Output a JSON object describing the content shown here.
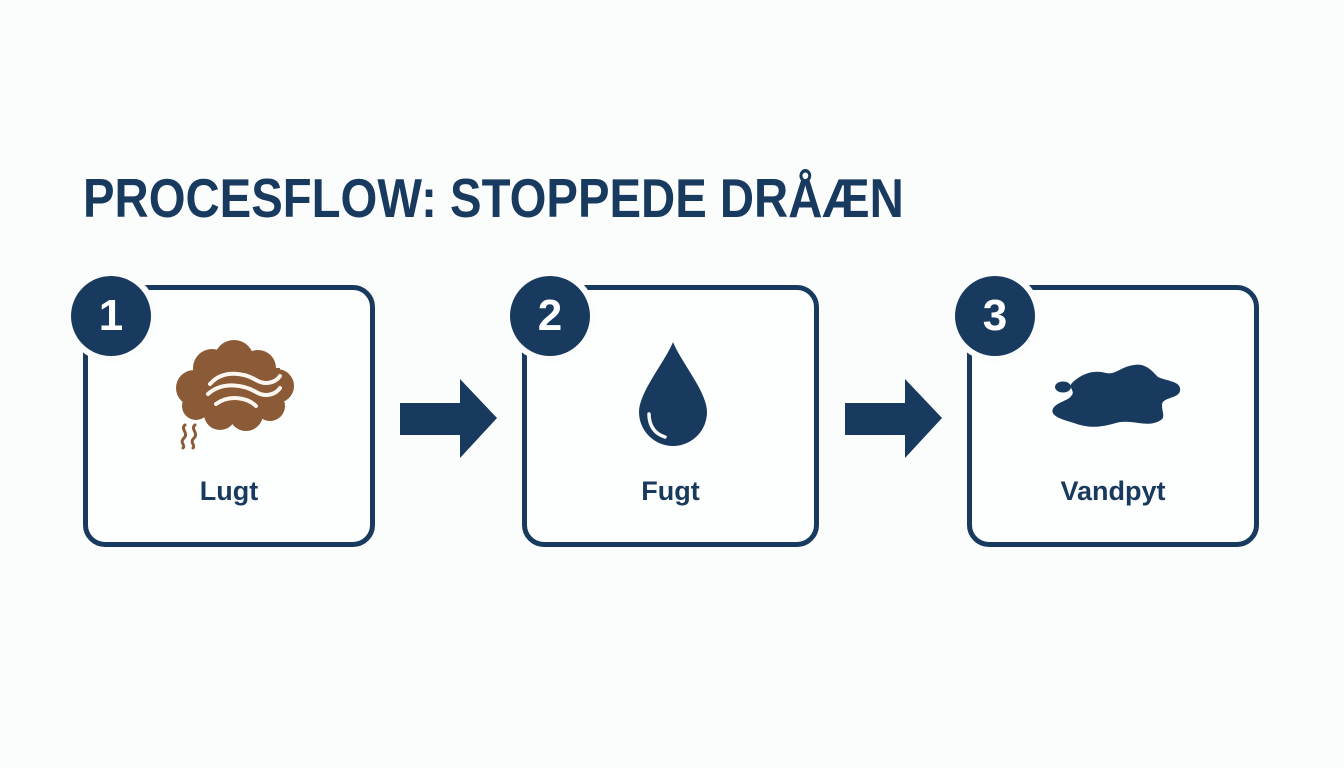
{
  "title": "PROCESFLOW: STOPPEDE DRÅÆN",
  "colors": {
    "primary": "#183a5e",
    "accent_brown": "#8b5a36",
    "background": "#fbfcfc"
  },
  "steps": [
    {
      "number": "1",
      "label": "Lugt",
      "icon": "smell-cloud-icon"
    },
    {
      "number": "2",
      "label": "Fugt",
      "icon": "water-drop-icon"
    },
    {
      "number": "3",
      "label": "Vandpyt",
      "icon": "puddle-icon"
    }
  ],
  "connectors": [
    {
      "icon": "arrow-right-icon"
    },
    {
      "icon": "arrow-right-icon"
    }
  ]
}
